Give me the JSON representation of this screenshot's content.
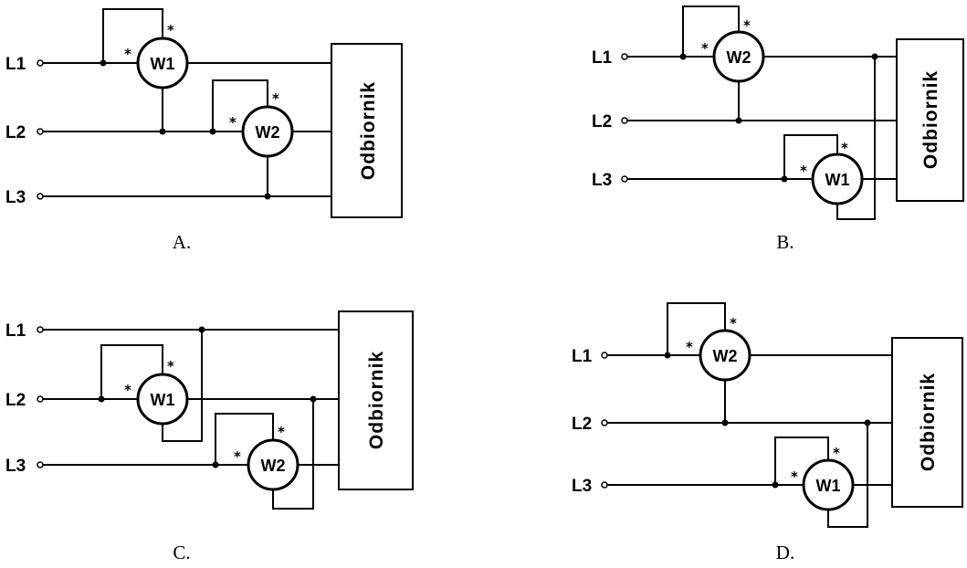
{
  "lines": [
    "L1",
    "L2",
    "L3"
  ],
  "meters": [
    "W1",
    "W2"
  ],
  "load_label": "Odbiornik",
  "mark": "*",
  "captions": [
    "A.",
    "B.",
    "C.",
    "D."
  ],
  "colors": {
    "ink": "#000000",
    "background": "#ffffff"
  }
}
